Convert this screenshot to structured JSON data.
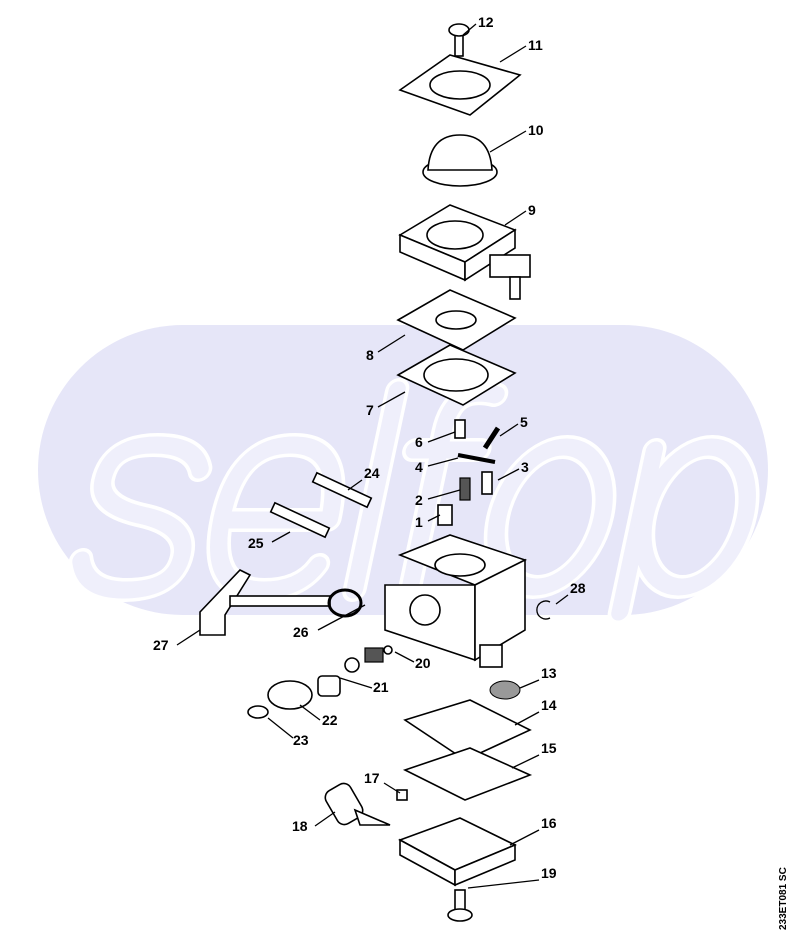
{
  "watermark": "selfop",
  "drawing_code": "233ET081 SC",
  "colors": {
    "watermark_fill": "#e6e6f8",
    "lines": "#000000"
  },
  "callouts": [
    {
      "id": "12",
      "text": "12"
    },
    {
      "id": "11",
      "text": "11"
    },
    {
      "id": "10",
      "text": "10"
    },
    {
      "id": "9",
      "text": "9"
    },
    {
      "id": "8",
      "text": "8"
    },
    {
      "id": "7",
      "text": "7"
    },
    {
      "id": "6",
      "text": "6"
    },
    {
      "id": "5",
      "text": "5"
    },
    {
      "id": "4",
      "text": "4"
    },
    {
      "id": "3",
      "text": "3"
    },
    {
      "id": "2",
      "text": "2"
    },
    {
      "id": "1",
      "text": "1"
    },
    {
      "id": "24",
      "text": "24"
    },
    {
      "id": "25",
      "text": "25"
    },
    {
      "id": "28",
      "text": "28"
    },
    {
      "id": "27",
      "text": "27"
    },
    {
      "id": "26",
      "text": "26"
    },
    {
      "id": "20",
      "text": "20"
    },
    {
      "id": "13",
      "text": "13"
    },
    {
      "id": "21",
      "text": "21"
    },
    {
      "id": "22",
      "text": "22"
    },
    {
      "id": "14",
      "text": "14"
    },
    {
      "id": "23",
      "text": "23"
    },
    {
      "id": "15",
      "text": "15"
    },
    {
      "id": "17",
      "text": "17"
    },
    {
      "id": "16",
      "text": "16"
    },
    {
      "id": "18",
      "text": "18"
    },
    {
      "id": "19",
      "text": "19"
    }
  ]
}
